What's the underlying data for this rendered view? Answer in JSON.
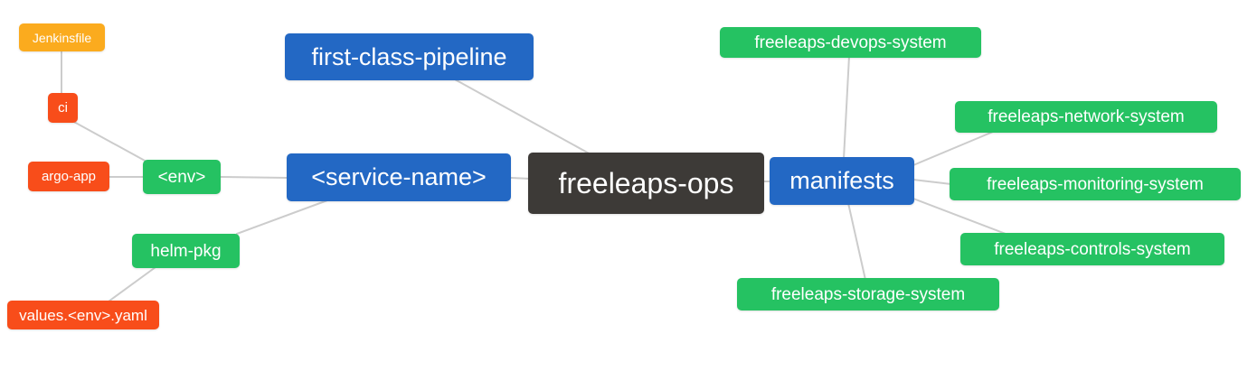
{
  "diagram": {
    "type": "mindmap",
    "root": "freeleaps-ops",
    "colors": {
      "orange": "#fbab1e",
      "red": "#f84d1a",
      "green": "#25c262",
      "blue": "#2368c4",
      "dark": "#3d3a37",
      "edge": "#cccccc",
      "background": "#ffffff",
      "node_text": "#ffffff"
    },
    "nodes": {
      "jenkinsfile": {
        "label": "Jenkinsfile",
        "color": "#fbab1e"
      },
      "ci": {
        "label": "ci",
        "color": "#f84d1a"
      },
      "argo_app": {
        "label": "argo-app",
        "color": "#f84d1a"
      },
      "env": {
        "label": "<env>",
        "color": "#25c262"
      },
      "helm_pkg": {
        "label": "helm-pkg",
        "color": "#25c262"
      },
      "values_env_yaml": {
        "label": "values.<env>.yaml",
        "color": "#f84d1a"
      },
      "first_class_pipeline": {
        "label": "first-class-pipeline",
        "color": "#2368c4"
      },
      "service_name": {
        "label": "<service-name>",
        "color": "#2368c4"
      },
      "freeleaps_ops": {
        "label": "freeleaps-ops",
        "color": "#3d3a37"
      },
      "manifests": {
        "label": "manifests",
        "color": "#2368c4"
      },
      "devops_system": {
        "label": "freeleaps-devops-system",
        "color": "#25c262"
      },
      "network_system": {
        "label": "freeleaps-network-system",
        "color": "#25c262"
      },
      "monitoring_system": {
        "label": "freeleaps-monitoring-system",
        "color": "#25c262"
      },
      "controls_system": {
        "label": "freeleaps-controls-system",
        "color": "#25c262"
      },
      "storage_system": {
        "label": "freeleaps-storage-system",
        "color": "#25c262"
      }
    },
    "edges": [
      {
        "from": "Jenkinsfile",
        "to": "ci"
      },
      {
        "from": "ci",
        "to": "<env>"
      },
      {
        "from": "argo-app",
        "to": "<env>"
      },
      {
        "from": "<env>",
        "to": "<service-name>"
      },
      {
        "from": "helm-pkg",
        "to": "<service-name>"
      },
      {
        "from": "values.<env>.yaml",
        "to": "helm-pkg"
      },
      {
        "from": "first-class-pipeline",
        "to": "freeleaps-ops"
      },
      {
        "from": "<service-name>",
        "to": "freeleaps-ops"
      },
      {
        "from": "freeleaps-ops",
        "to": "manifests"
      },
      {
        "from": "manifests",
        "to": "freeleaps-devops-system"
      },
      {
        "from": "manifests",
        "to": "freeleaps-network-system"
      },
      {
        "from": "manifests",
        "to": "freeleaps-monitoring-system"
      },
      {
        "from": "manifests",
        "to": "freeleaps-controls-system"
      },
      {
        "from": "manifests",
        "to": "freeleaps-storage-system"
      }
    ]
  }
}
